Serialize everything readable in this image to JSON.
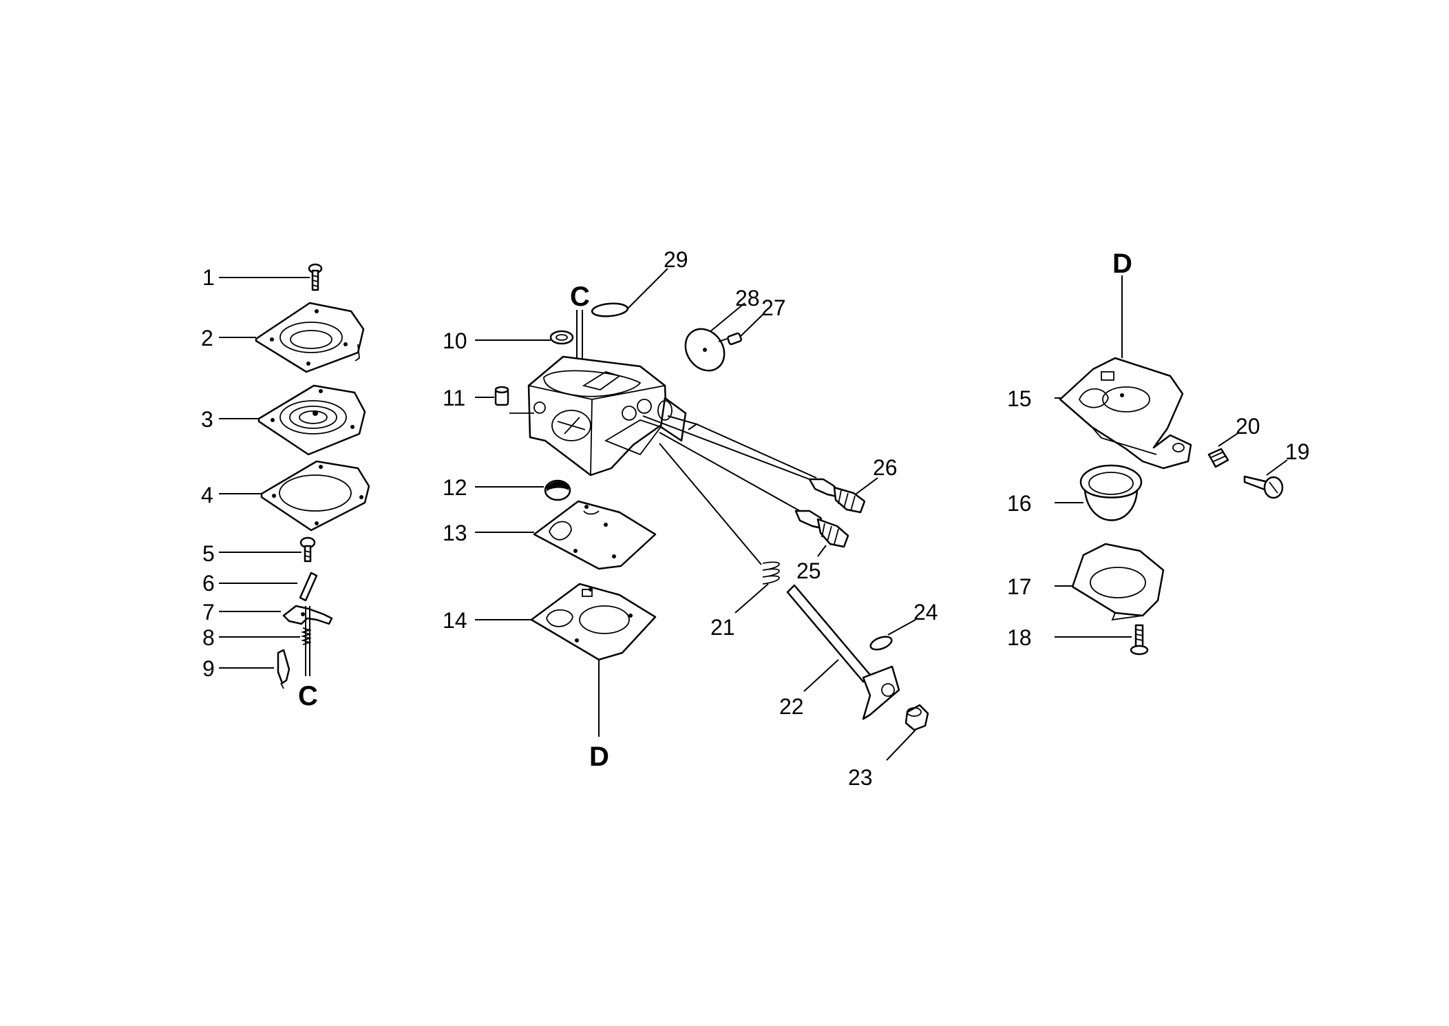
{
  "labels": {
    "p1": "1",
    "p2": "2",
    "p3": "3",
    "p4": "4",
    "p5": "5",
    "p6": "6",
    "p7": "7",
    "p8": "8",
    "p9": "9",
    "p10": "10",
    "p11": "11",
    "p12": "12",
    "p13": "13",
    "p14": "14",
    "p15": "15",
    "p16": "16",
    "p17": "17",
    "p18": "18",
    "p19": "19",
    "p20": "20",
    "p21": "21",
    "p22": "22",
    "p23": "23",
    "p24": "24",
    "p25": "25",
    "p26": "26",
    "p27": "27",
    "p28": "28",
    "p29": "29"
  },
  "references": {
    "c_top": "C",
    "c_bottom": "C",
    "d_top": "D",
    "d_bottom": "D"
  },
  "colors": {
    "ink": "#000000",
    "paper": "#ffffff"
  }
}
